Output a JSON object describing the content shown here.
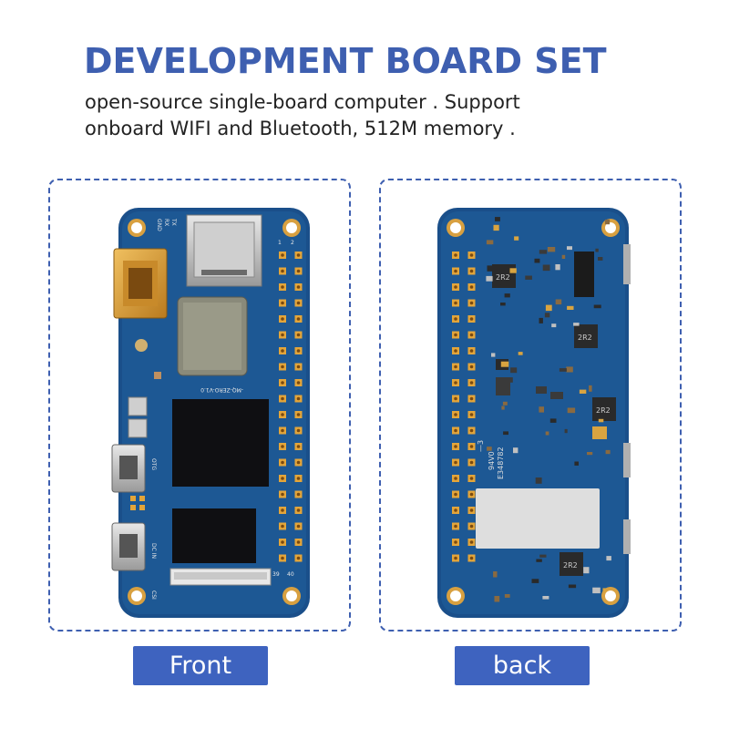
{
  "header": {
    "title": "DEVELOPMENT BOARD SET",
    "subtitle_line1": "open-source single-board computer . Support",
    "subtitle_line2": "onboard WIFI and Bluetooth, 512M memory ."
  },
  "front": {
    "label": "Front",
    "silk_model": "-MQ-ZERO-V1.0",
    "silk_otg": "OTG",
    "silk_dcin": "DC IN",
    "silk_csi": "CSI",
    "silk_gnd": "GND",
    "silk_rx": "RX",
    "silk_tx": "TX",
    "silk_pin1": "1",
    "silk_pin2": "2",
    "silk_pin39": "39",
    "silk_pin40": "40"
  },
  "back": {
    "label": "back",
    "inductor1": "2R2",
    "inductor2": "2R2",
    "inductor3": "2R2",
    "inductor4": "2R2",
    "silk_dash3": "—3",
    "silk_94v0": "94V0",
    "silk_code": "E348782"
  },
  "colors": {
    "accent": "#3e5fb0",
    "button": "#3e63bf",
    "pcb": "#1a4f8a",
    "pad": "#e3a53a"
  }
}
